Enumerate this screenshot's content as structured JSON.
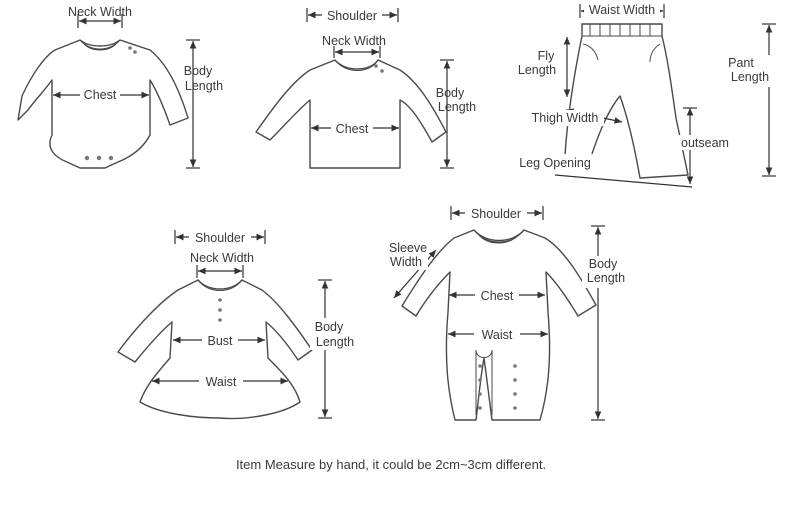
{
  "bodysuit": {
    "neck_width": "Neck Width",
    "chest": "Chest",
    "body_length_1": "Body",
    "body_length_2": "Length"
  },
  "shirt": {
    "shoulder": "Shoulder",
    "neck_width": "Neck Width",
    "chest": "Chest",
    "body_length_1": "Body",
    "body_length_2": "Length"
  },
  "pants": {
    "waist_width": "Waist Width",
    "fly_length_1": "Fly",
    "fly_length_2": "Length",
    "pant_length_1": "Pant",
    "pant_length_2": "Length",
    "thigh_width": "Thigh Width",
    "outseam": "outseam",
    "leg_opening": "Leg Opening"
  },
  "dress": {
    "shoulder": "Shoulder",
    "neck_width": "Neck Width",
    "bust": "Bust",
    "waist": "Waist",
    "body_length_1": "Body",
    "body_length_2": "Length"
  },
  "romper": {
    "shoulder": "Shoulder",
    "sleeve_width_1": "Sleeve",
    "sleeve_width_2": "Width",
    "chest": "Chest",
    "waist": "Waist",
    "body_length_1": "Body",
    "body_length_2": "Length"
  },
  "footnote": "Item Measure by hand, it could be 2cm~3cm different."
}
